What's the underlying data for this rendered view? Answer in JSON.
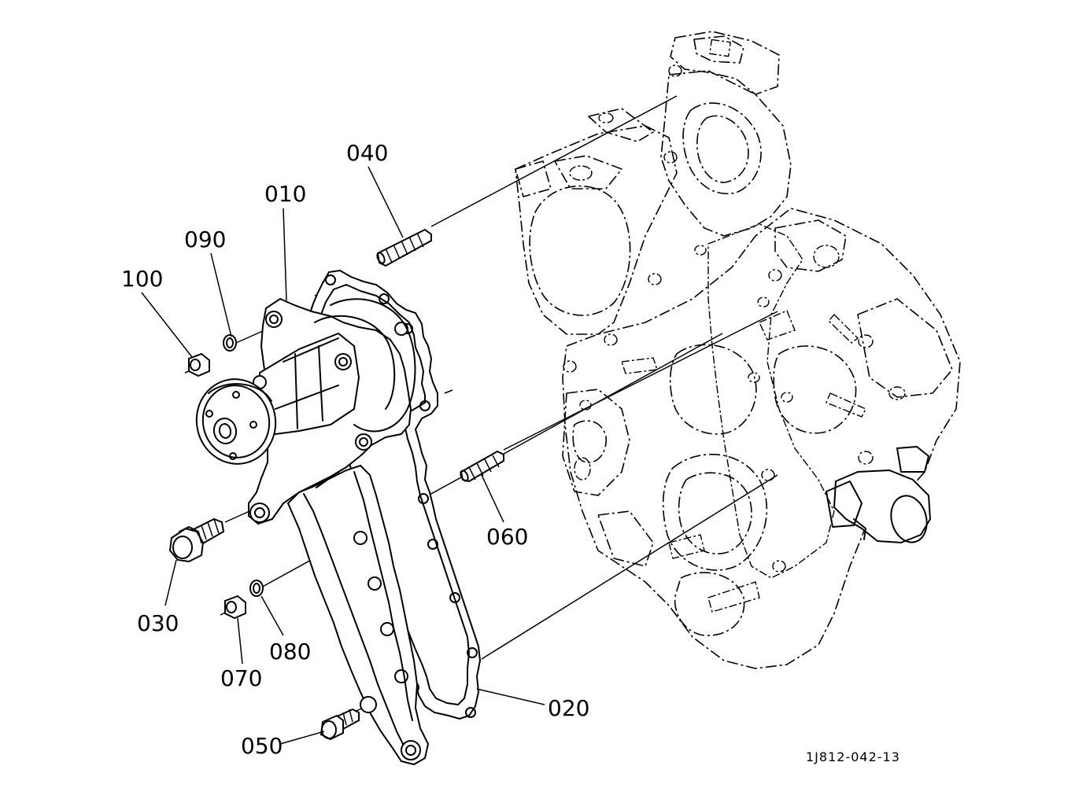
{
  "callouts": {
    "c010": "010",
    "c020": "020",
    "c030": "030",
    "c040": "040",
    "c050": "050",
    "c060": "060",
    "c070": "070",
    "c080": "080",
    "c090": "090",
    "c100": "100"
  },
  "reference_code": "1J812-042-13"
}
